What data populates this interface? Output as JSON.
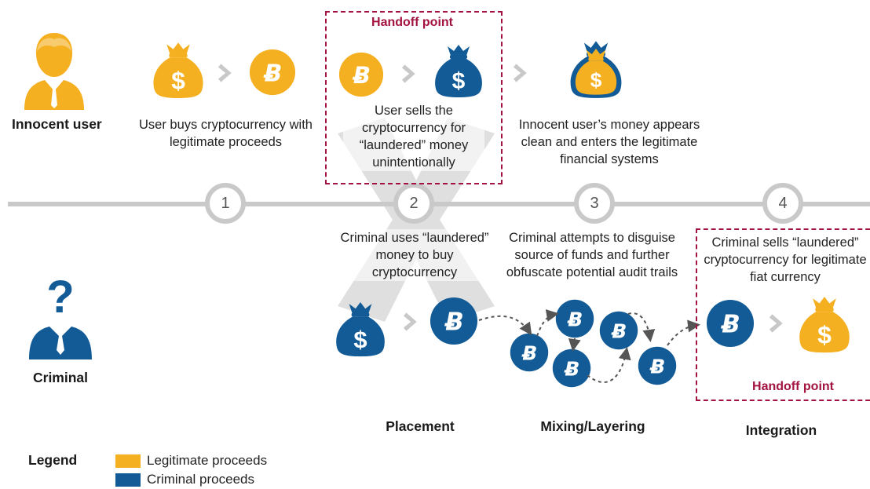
{
  "colors": {
    "legitimate": "#f5b021",
    "criminal": "#125b96",
    "handoff": "#a3133f",
    "timeline": "#c9c9c9",
    "arrow": "#c8c8c8"
  },
  "actors": {
    "innocent": "Innocent user",
    "criminal": "Criminal"
  },
  "handoff_label": "Handoff point",
  "steps": [
    "1",
    "2",
    "3",
    "4"
  ],
  "top_texts": {
    "buy": "User buys cryptocurrency with legitimate proceeds",
    "sell": "User  sells the cryptocurrency for “laundered” money unintentionally",
    "clean": "Innocent user’s money appears clean and enters the legitimate financial systems"
  },
  "bottom_texts": {
    "uses": "Criminal uses “laundered” money to buy cryptocurrency",
    "disguise": "Criminal attempts to disguise source of funds and further obfuscate potential audit trails",
    "sells": "Criminal sells “laundered” cryptocurrency for legitimate fiat currency"
  },
  "stages": {
    "placement": "Placement",
    "mixing": "Mixing/Layering",
    "integration": "Integration"
  },
  "legend": {
    "title": "Legend",
    "legitimate": "Legitimate proceeds",
    "criminal": "Criminal proceeds"
  },
  "icons": [
    "person-icon",
    "criminal-person-icon",
    "money-bag-icon",
    "bitcoin-coin-icon",
    "chevron-right-icon",
    "dashed-arrow-icon"
  ]
}
